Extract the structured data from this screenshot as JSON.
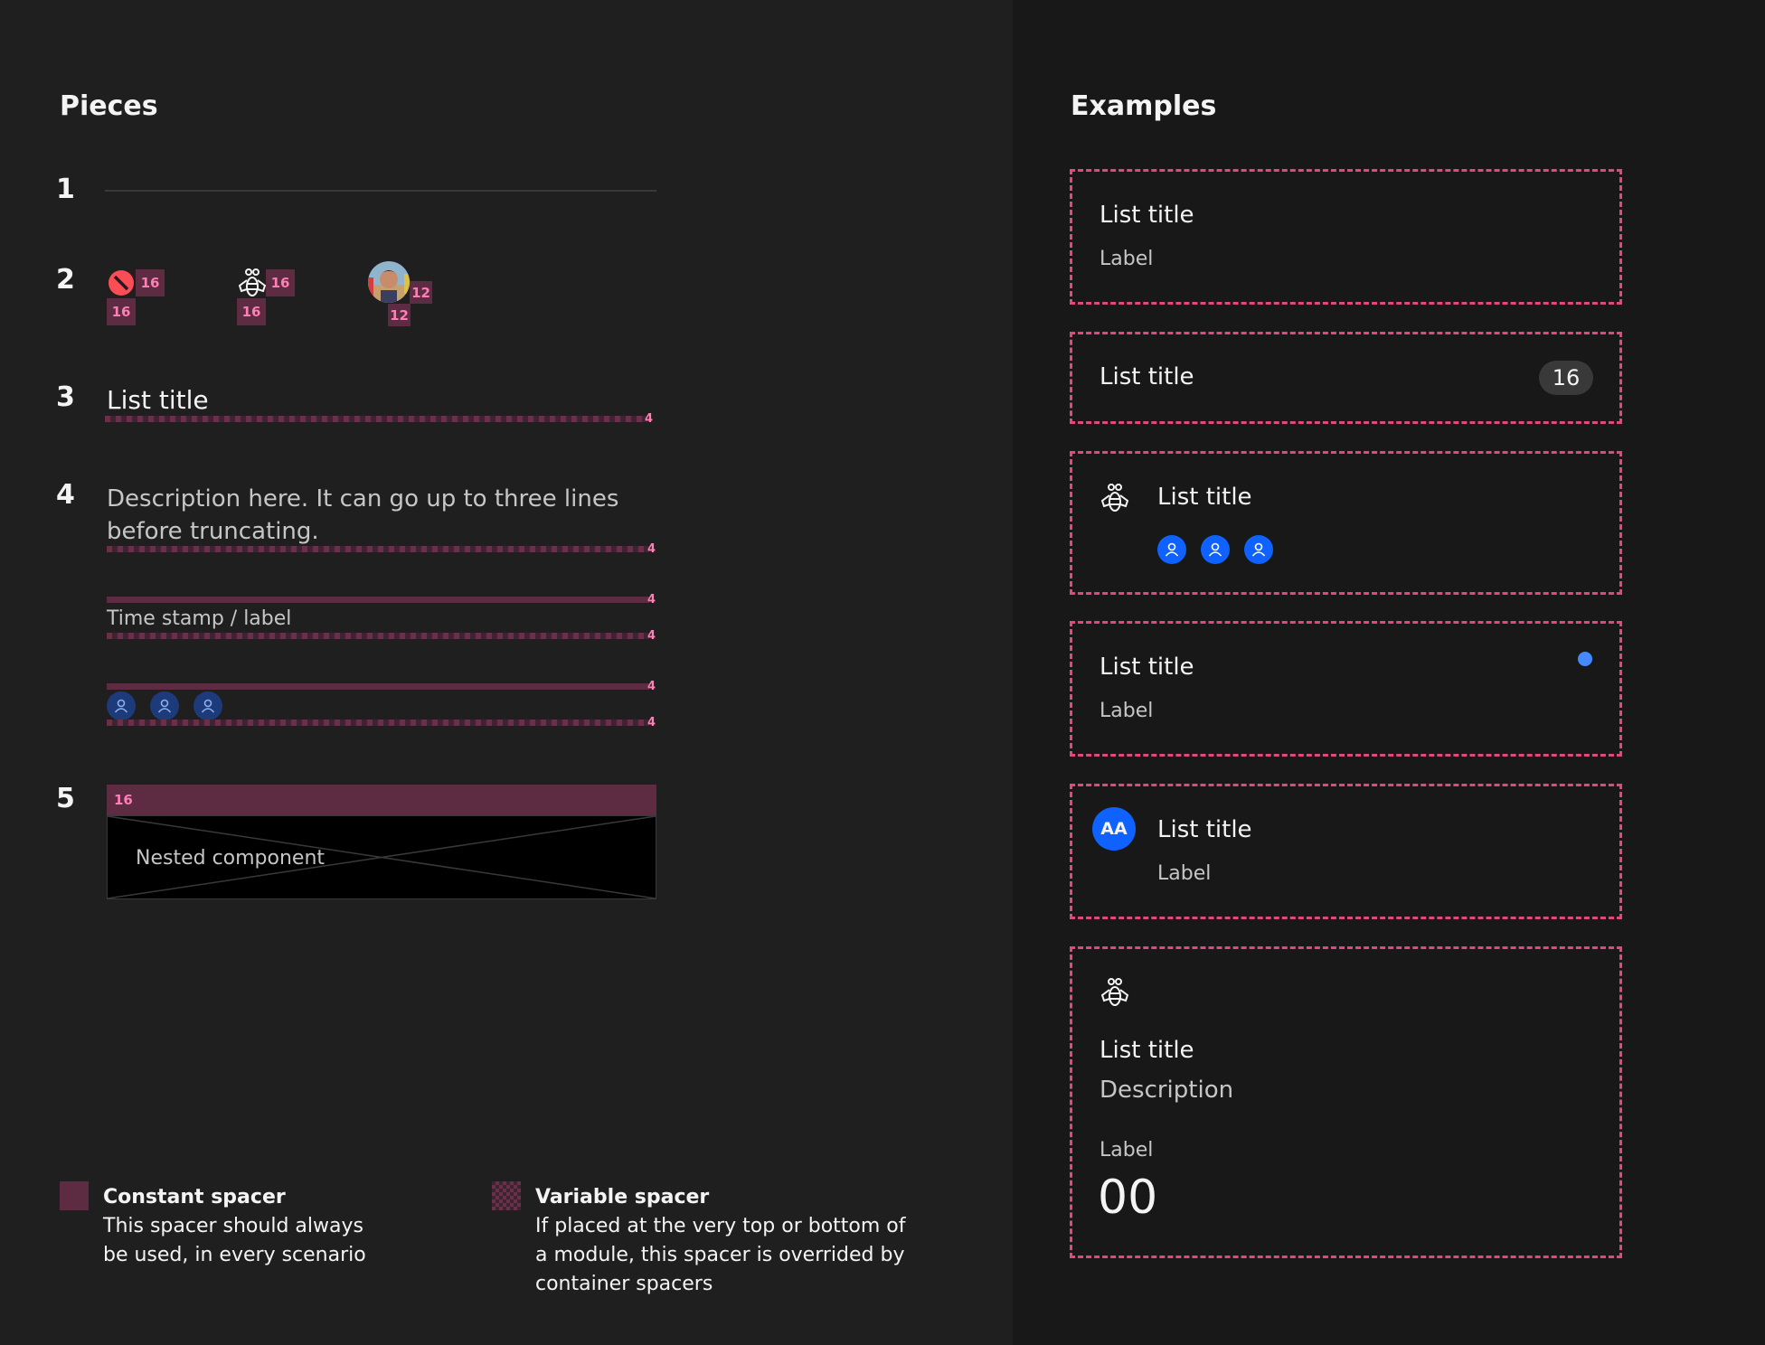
{
  "pieces": {
    "heading": "Pieces",
    "numbers": [
      "1",
      "2",
      "3",
      "4",
      "5"
    ],
    "icon_spacers": [
      {
        "icon": "disabled-icon",
        "right": "16",
        "bottom": "16"
      },
      {
        "icon": "bee-icon",
        "right": "16",
        "bottom": "16"
      },
      {
        "icon": "avatar-photo",
        "right": "12",
        "bottom": "12"
      }
    ],
    "list_title": "List title",
    "title_spacer": "4",
    "description": "Description here. It can go up to three lines before truncating.",
    "description_spacer": "4",
    "timestamp_top_spacer": "4",
    "timestamp": "Time stamp / label",
    "timestamp_bottom_spacer": "4",
    "people_top_spacer": "4",
    "people_bottom_spacer": "4",
    "nested_spacer": "16",
    "nested_label": "Nested component"
  },
  "legend": {
    "constant_title": "Constant spacer",
    "constant_desc_line1": "This spacer should always",
    "constant_desc_line2": "be used, in every scenario",
    "variable_title": "Variable spacer",
    "variable_desc_line1": "If placed at the very top or bottom of",
    "variable_desc_line2": "a module, this spacer is overrided by",
    "variable_desc_line3": "container spacers"
  },
  "examples": {
    "heading": "Examples",
    "card1": {
      "title": "List title",
      "label": "Label"
    },
    "card2": {
      "title": "List title",
      "badge": "16"
    },
    "card3": {
      "title": "List title",
      "icon": "bee-icon"
    },
    "card4": {
      "title": "List title",
      "label": "Label",
      "dot_color": "#4589ff"
    },
    "card5": {
      "avatar": "AA",
      "title": "List title",
      "label": "Label"
    },
    "card6": {
      "icon": "bee-icon",
      "title": "List title",
      "description": "Description",
      "label": "Label",
      "value": "00"
    }
  },
  "colors": {
    "spacer": "#5d2b42",
    "spacer_text": "#ff7eb6",
    "dashed_border": "#e0497f",
    "person_blue": "#0f62fe",
    "disabled_red": "#fa4d56"
  }
}
